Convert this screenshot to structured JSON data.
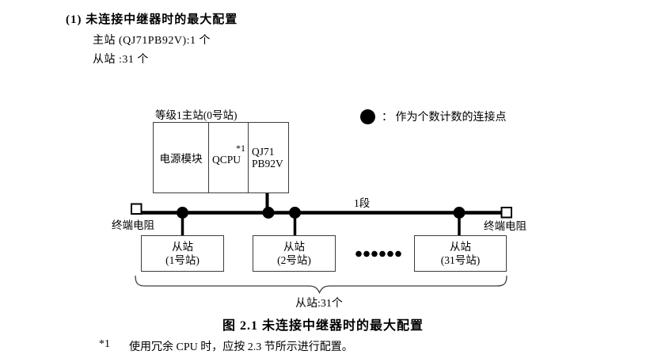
{
  "section": {
    "heading": "(1) 未连接中继器时的最大配置",
    "master_spec": "主站 (QJ71PB92V):1 个",
    "slave_spec": "从站 :31 个"
  },
  "legend": {
    "dot_color": "#000000",
    "label": "：  作为个数计数的连接点"
  },
  "diagram": {
    "master_label": "等级1主站(0号站)",
    "master_modules": [
      {
        "label": "电源模块"
      },
      {
        "label": "QCPU",
        "footnote_ref": "*1"
      },
      {
        "label_line1": "QJ71",
        "label_line2": "PB92V"
      }
    ],
    "segment_label": "1段",
    "terminator_left_label": "终端电阻",
    "terminator_right_label": "终端电阻",
    "slaves": [
      {
        "line1": "从站",
        "line2": "(1号站)"
      },
      {
        "line1": "从站",
        "line2": "(2号站)"
      },
      {
        "line1": "从站",
        "line2": "(31号站)"
      }
    ],
    "brace_label": "从站:31个"
  },
  "caption": "图 2.1 未连接中继器时的最大配置",
  "footnote": {
    "ref": "*1",
    "text": "使用冗余 CPU 时，应按 2.3 节所示进行配置。"
  },
  "colors": {
    "line": "#000000",
    "box_border": "#3d3d3d",
    "background": "#ffffff"
  }
}
